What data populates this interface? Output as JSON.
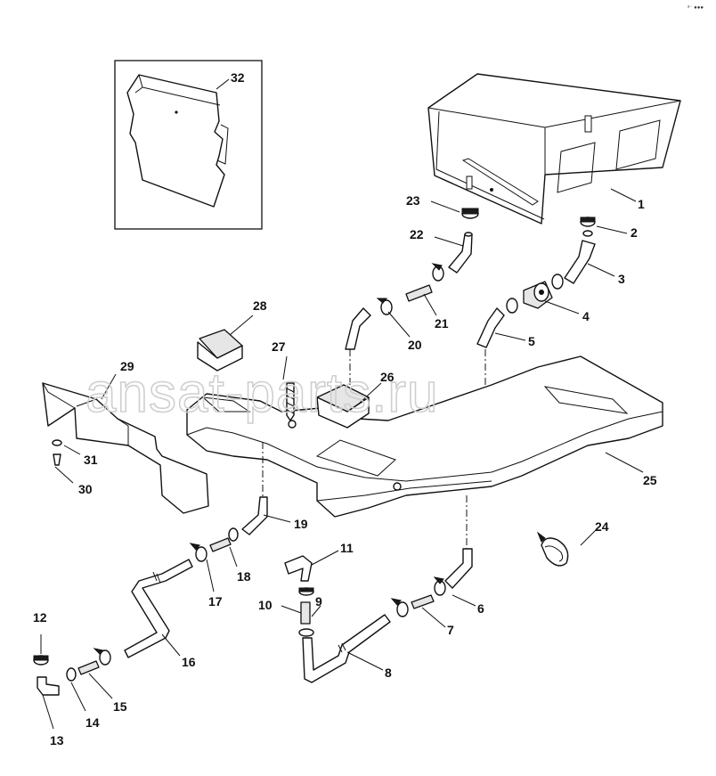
{
  "corner_mark": "ᵃ⁻ ●●●",
  "watermark": "ansat-parts.ru",
  "callouts": [
    "1",
    "2",
    "3",
    "4",
    "5",
    "6",
    "7",
    "8",
    "9",
    "10",
    "11",
    "12",
    "13",
    "14",
    "15",
    "16",
    "17",
    "18",
    "19",
    "20",
    "21",
    "22",
    "23",
    "24",
    "25",
    "26",
    "27",
    "28",
    "29",
    "30",
    "31",
    "32"
  ]
}
